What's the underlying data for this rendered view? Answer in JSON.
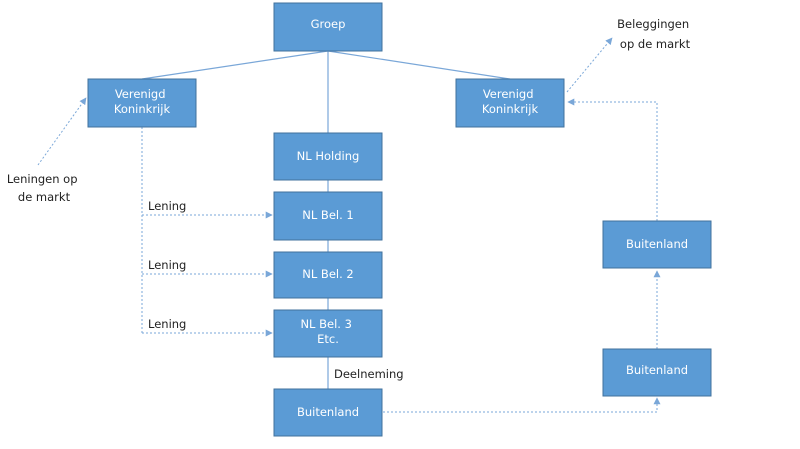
{
  "nodes": {
    "groep": {
      "lines": [
        "Groep"
      ]
    },
    "vk_left": {
      "lines": [
        "Verenigd",
        "Koninkrijk"
      ]
    },
    "vk_right": {
      "lines": [
        "Verenigd",
        "Koninkrijk"
      ]
    },
    "nl_holding": {
      "lines": [
        "NL Holding"
      ]
    },
    "nl_bel_1": {
      "lines": [
        "NL Bel. 1"
      ]
    },
    "nl_bel_2": {
      "lines": [
        "NL Bel. 2"
      ]
    },
    "nl_bel_3": {
      "lines": [
        "NL Bel. 3",
        "Etc."
      ]
    },
    "buitenland_bottom": {
      "lines": [
        "Buitenland"
      ]
    },
    "buitenland_right_low": {
      "lines": [
        "Buitenland"
      ]
    },
    "buitenland_right_high": {
      "lines": [
        "Buitenland"
      ]
    }
  },
  "labels": {
    "beleggingen": {
      "lines": [
        "Beleggingen",
        "op de markt"
      ]
    },
    "leningen": {
      "lines": [
        "Leningen op",
        "de markt"
      ]
    },
    "lening_1": {
      "lines": [
        "Lening"
      ]
    },
    "lening_2": {
      "lines": [
        "Lening"
      ]
    },
    "lening_3": {
      "lines": [
        "Lening"
      ]
    },
    "deelneming": {
      "lines": [
        "Deelneming"
      ]
    }
  },
  "colors": {
    "box_fill": "#5b9bd5",
    "box_text": "#ffffff",
    "connector": "#7aa7d8"
  }
}
